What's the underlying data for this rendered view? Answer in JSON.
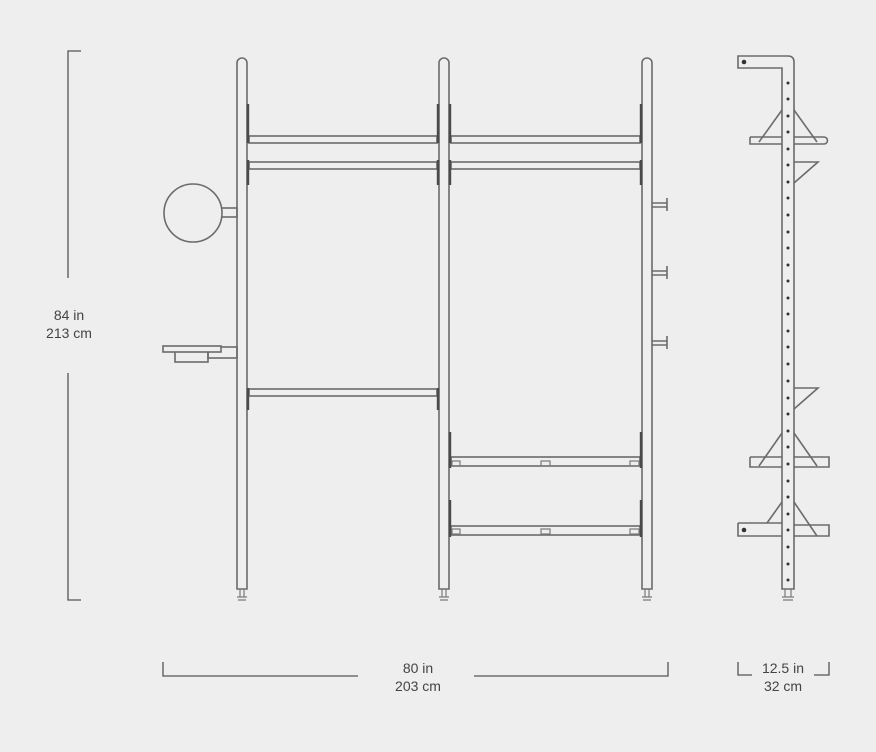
{
  "dimensions": {
    "height": {
      "imperial": "84 in",
      "metric": "213 cm"
    },
    "width": {
      "imperial": "80 in",
      "metric": "203 cm"
    },
    "depth": {
      "imperial": "12.5 in",
      "metric": "32 cm"
    }
  },
  "colors": {
    "background": "#eeeeee",
    "line": "#6b6b6b",
    "text": "#444444",
    "dot": "#333333"
  },
  "components": {
    "uprights": 3,
    "top_shelves_per_bay": 2,
    "left_bay_lower_shelf": 1,
    "right_bay_lower_shelves_with_clips": 2,
    "round_mirror": 1,
    "side_tray": 1,
    "side_hooks": 3
  }
}
